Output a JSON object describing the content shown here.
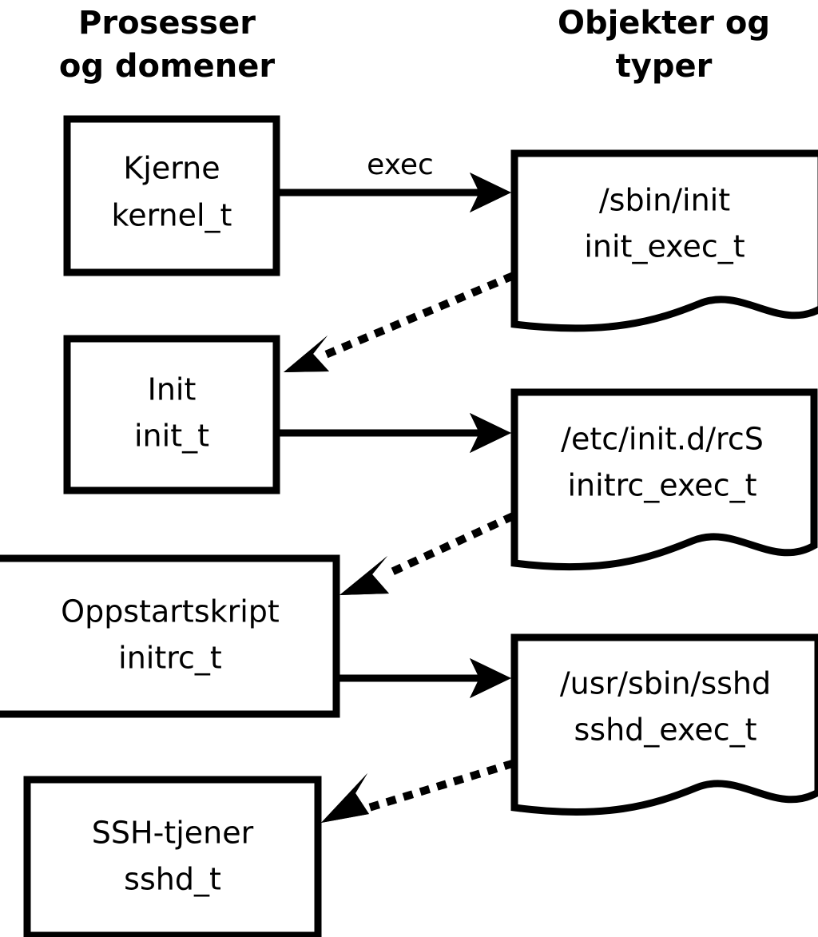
{
  "diagram": {
    "title_left": "Prosesser\nog domener",
    "columns": [
      {
        "id": "processes",
        "line1": "Prosesser",
        "line2": "og domener"
      },
      {
        "id": "objects",
        "line1": "Objekter og",
        "line2": "typer"
      }
    ],
    "colors": {
      "background": "#ffffff",
      "stroke": "#000000",
      "fill": "#ffffff",
      "text": "#000000"
    },
    "process_nodes": [
      {
        "id": "kernel",
        "label": "Kjerne",
        "type": "kernel_t"
      },
      {
        "id": "init",
        "label": "Init",
        "type": "init_t"
      },
      {
        "id": "initrc",
        "label": "Oppstartskript",
        "type": "initrc_t"
      },
      {
        "id": "sshd",
        "label": "SSH-tjener",
        "type": "sshd_t"
      }
    ],
    "object_nodes": [
      {
        "id": "init_exec",
        "path": "/sbin/init",
        "type": "init_exec_t"
      },
      {
        "id": "initrc_exec",
        "path": "/etc/init.d/rcS",
        "type": "initrc_exec_t"
      },
      {
        "id": "sshd_exec",
        "path": "/usr/sbin/sshd",
        "type": "sshd_exec_t"
      }
    ],
    "edges": [
      {
        "id": "kernel-exec-init_exec",
        "from": "kernel",
        "to": "init_exec",
        "label": "exec",
        "style": "solid"
      },
      {
        "id": "init_exec-transition-init",
        "from": "init_exec",
        "to": "init",
        "label": "",
        "style": "dotted"
      },
      {
        "id": "init-exec-initrc_exec",
        "from": "init",
        "to": "initrc_exec",
        "label": "",
        "style": "solid"
      },
      {
        "id": "initrc_exec-transition-initrc",
        "from": "initrc_exec",
        "to": "initrc",
        "label": "",
        "style": "dotted"
      },
      {
        "id": "initrc-exec-sshd_exec",
        "from": "initrc",
        "to": "sshd_exec",
        "label": "",
        "style": "solid"
      },
      {
        "id": "sshd_exec-transition-sshd",
        "from": "sshd_exec",
        "to": "sshd",
        "label": "",
        "style": "dotted"
      }
    ]
  }
}
